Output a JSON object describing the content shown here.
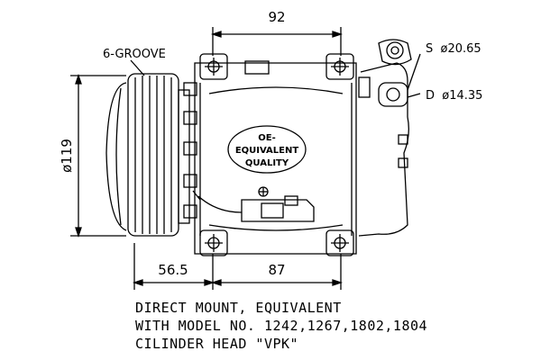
{
  "dimensions": {
    "top_width": "92",
    "diameter": "ø119",
    "left_offset": "56.5",
    "bottom_width": "87"
  },
  "labels": {
    "groove": "6-GROOVE",
    "suction": "S  ø20.65",
    "discharge": "D  ø14.35"
  },
  "badge": {
    "line1": "OE-",
    "line2": "EQUIVALENT",
    "line3": "QUALITY"
  },
  "notes": {
    "line1": "DIRECT MOUNT, EQUIVALENT",
    "line2": "WITH MODEL NO. 1242,1267,1802,1804",
    "line3": "CILINDER HEAD \"VPK\""
  }
}
